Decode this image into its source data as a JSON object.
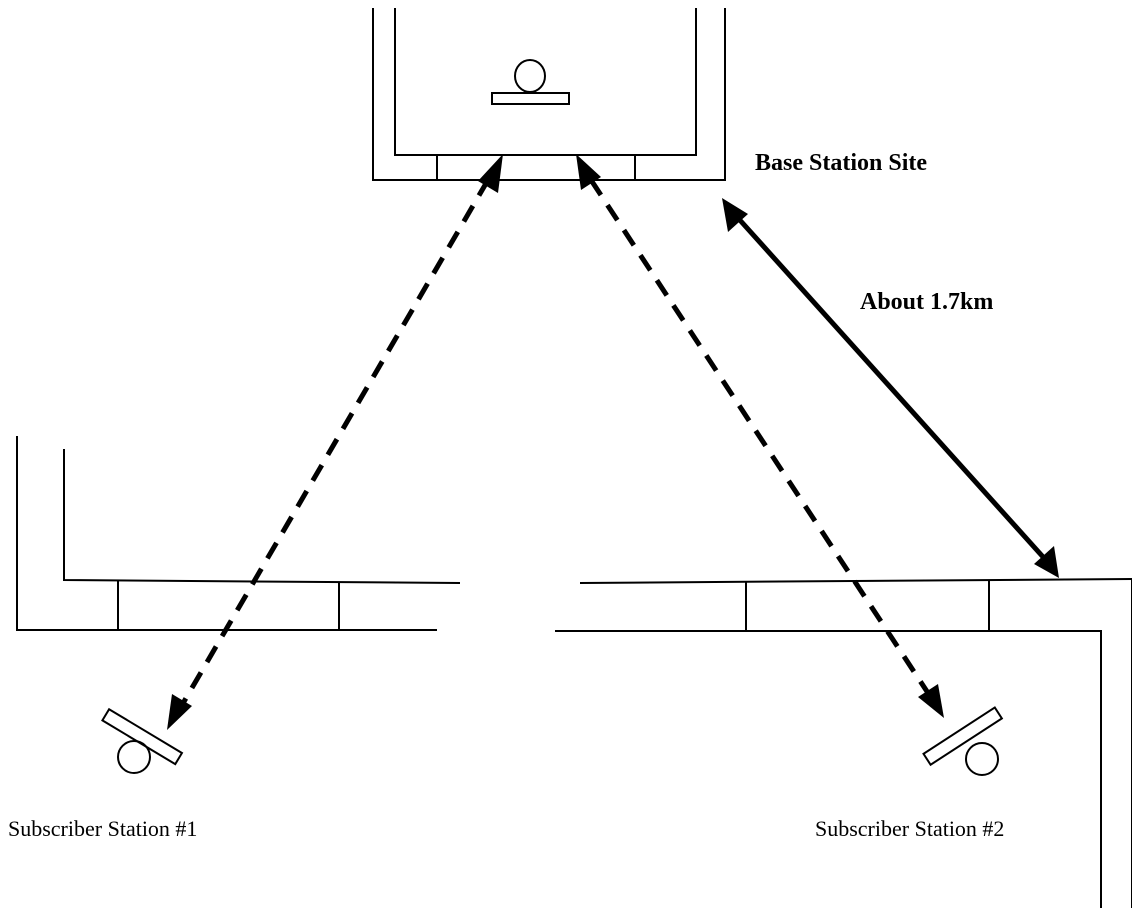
{
  "labels": {
    "base_station": "Base Station Site",
    "distance": "About 1.7km",
    "subscriber_1": "Subscriber Station #1",
    "subscriber_2": "Subscriber Station #2"
  }
}
